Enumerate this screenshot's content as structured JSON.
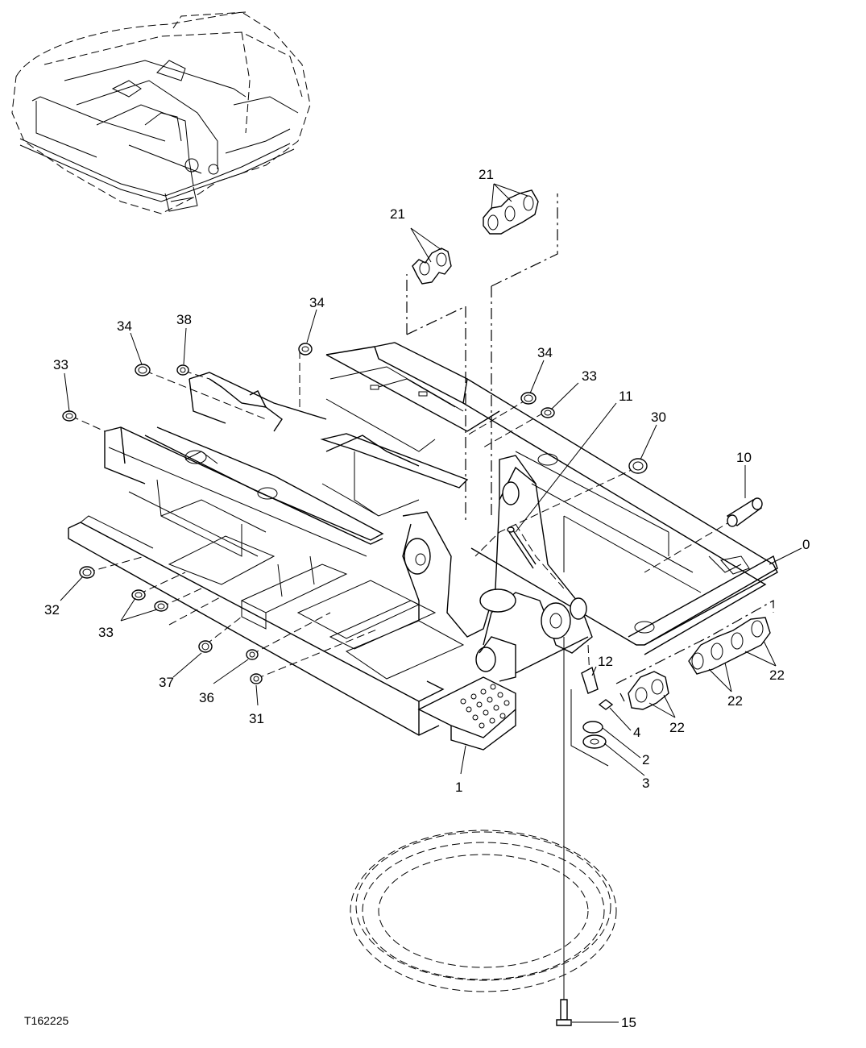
{
  "figure_id": "T162225",
  "callouts": [
    {
      "id": "c21a",
      "label": "21"
    },
    {
      "id": "c21b",
      "label": "21"
    },
    {
      "id": "c34a",
      "label": "34"
    },
    {
      "id": "c34b",
      "label": "34"
    },
    {
      "id": "c34c",
      "label": "34"
    },
    {
      "id": "c38",
      "label": "38"
    },
    {
      "id": "c33a",
      "label": "33"
    },
    {
      "id": "c33b",
      "label": "33"
    },
    {
      "id": "c33c",
      "label": "33"
    },
    {
      "id": "c11",
      "label": "11"
    },
    {
      "id": "c30",
      "label": "30"
    },
    {
      "id": "c10",
      "label": "10"
    },
    {
      "id": "c0",
      "label": "0"
    },
    {
      "id": "c32",
      "label": "32"
    },
    {
      "id": "c12",
      "label": "12"
    },
    {
      "id": "c22a",
      "label": "22"
    },
    {
      "id": "c22b",
      "label": "22"
    },
    {
      "id": "c22c",
      "label": "22"
    },
    {
      "id": "c4",
      "label": "4"
    },
    {
      "id": "c2",
      "label": "2"
    },
    {
      "id": "c3",
      "label": "3"
    },
    {
      "id": "c37",
      "label": "37"
    },
    {
      "id": "c36",
      "label": "36"
    },
    {
      "id": "c31",
      "label": "31"
    },
    {
      "id": "c1",
      "label": "1"
    },
    {
      "id": "c15",
      "label": "15"
    }
  ]
}
